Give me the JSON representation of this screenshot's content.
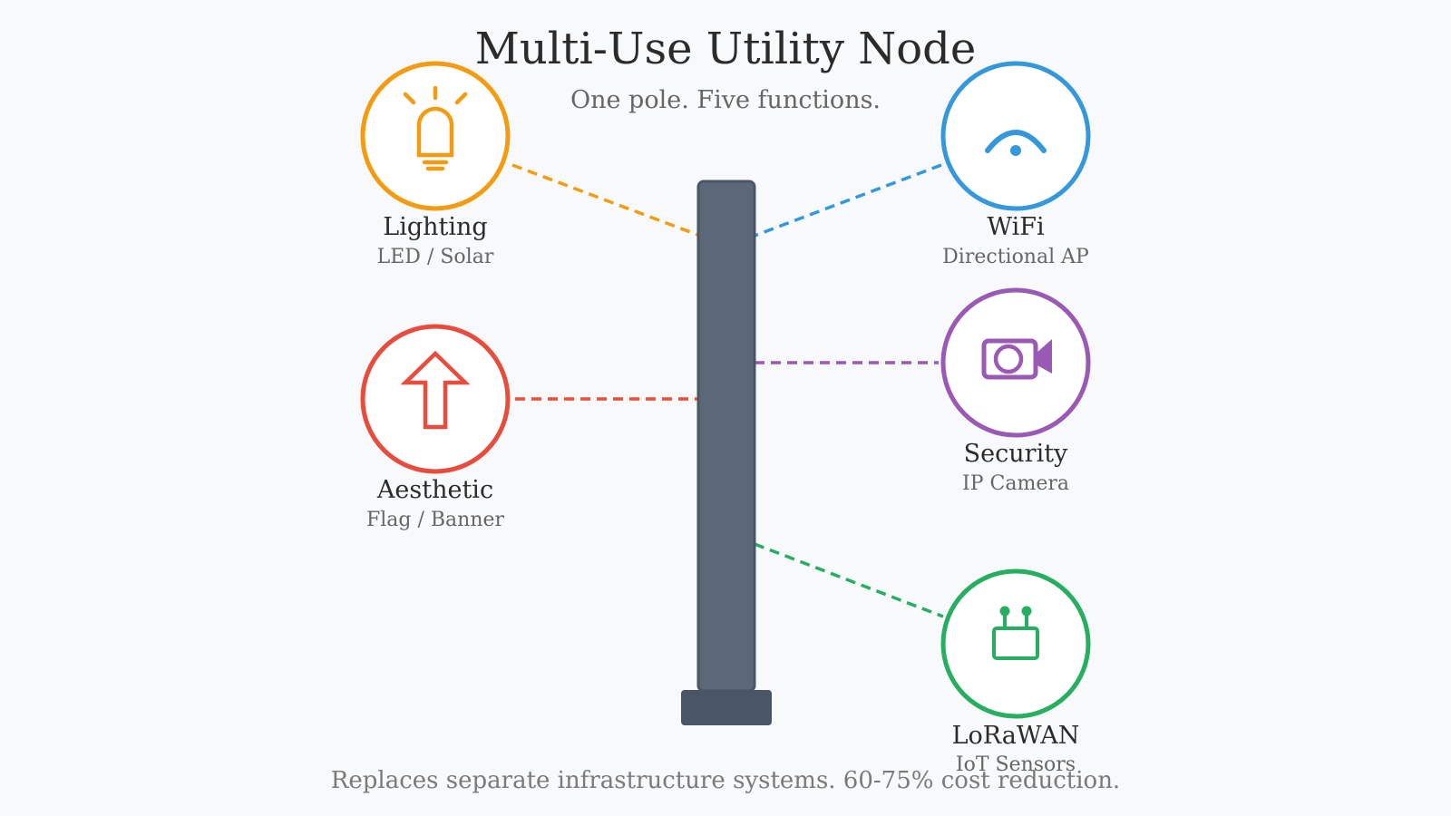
{
  "title": "Multi-Use Utility Node",
  "subtitle": "One pole. Five functions.",
  "footer": "Replaces separate infrastructure systems. 60-75% cost reduction.",
  "colors": {
    "background": "#f7f9fb",
    "pole": "#5b6878",
    "pole_outline": "#4a5666",
    "base": "#4a5666",
    "title_text": "#2b2b2b",
    "subtitle_text": "#666666",
    "footer_text": "#7a7a7a"
  },
  "functions": [
    {
      "id": "lighting",
      "label": "Lighting",
      "sublabel": "LED / Solar",
      "color": "#f39c12",
      "icon": "lightbulb-icon"
    },
    {
      "id": "wifi",
      "label": "WiFi",
      "sublabel": "Directional AP",
      "color": "#3498db",
      "icon": "wifi-icon"
    },
    {
      "id": "aesthetic",
      "label": "Aesthetic",
      "sublabel": "Flag / Banner",
      "color": "#e74c3c",
      "icon": "arrow-up-icon"
    },
    {
      "id": "security",
      "label": "Security",
      "sublabel": "IP Camera",
      "color": "#9b59b6",
      "icon": "camera-icon"
    },
    {
      "id": "lorawan",
      "label": "LoRaWAN",
      "sublabel": "IoT Sensors",
      "color": "#27ae60",
      "icon": "router-icon"
    }
  ]
}
